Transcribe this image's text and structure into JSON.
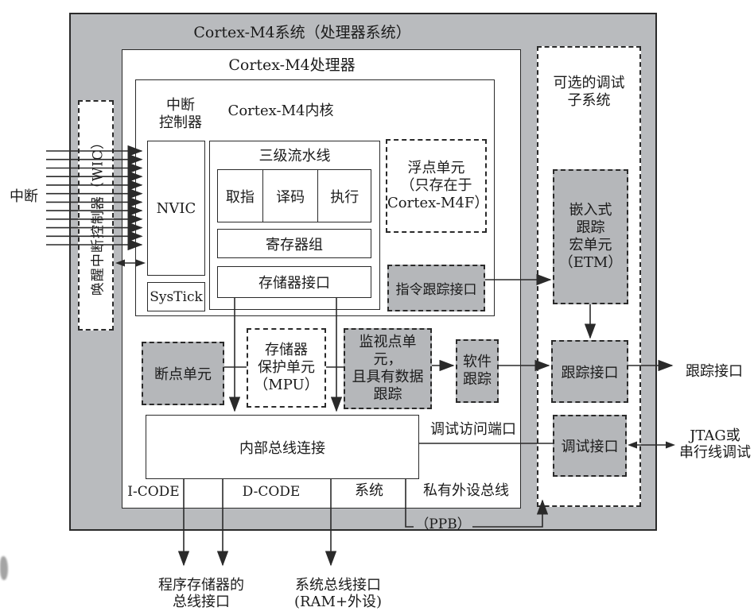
{
  "colors": {
    "chassis": "#b9bbbe",
    "block": "#b5b7ba",
    "line": "#2a2a2a",
    "ink": "#1b1b1b"
  },
  "interrupt_bus": {
    "line_count": 12,
    "label": "中断"
  },
  "labels": {
    "system_title": "Cortex-M4系统（处理器系统）",
    "processor_title": "Cortex-M4处理器",
    "core_title": "Cortex-M4内核",
    "interrupt_ctrl_line1": "中断",
    "interrupt_ctrl_line2": "控制器",
    "nvic": "NVIC",
    "systick": "SysTick",
    "pipeline_title": "三级流水线",
    "stage_fetch": "取指",
    "stage_decode": "译码",
    "stage_execute": "执行",
    "register_bank": "寄存器组",
    "memory_interface": "存储器接口",
    "fpu_line1": "浮点单元",
    "fpu_line2": "（只存在于",
    "fpu_line3": "Cortex-M4F）",
    "instr_trace_if": "指令跟踪接口",
    "wic": "唤醒中断控制器（WIC）",
    "breakpoint_unit": "断点单元",
    "mpu_line1": "存储器",
    "mpu_line2": "保护单元",
    "mpu_line3": "（MPU）",
    "watchpoint_line1": "监视点单元，",
    "watchpoint_line2": "且具有数据",
    "watchpoint_line3": "跟踪",
    "sw_trace_line1": "软件",
    "sw_trace_line2": "跟踪",
    "internal_bus": "内部总线连接",
    "debug_access_port": "调试访问端口",
    "icode": "I-CODE",
    "dcode": "D-CODE",
    "system_bus": "系统",
    "private_peripheral_bus": "私有外设总线",
    "ppb": "（PPB）",
    "debug_subsystem_line1": "可选的调试",
    "debug_subsystem_line2": "子系统",
    "etm_line1": "嵌入式",
    "etm_line2": "跟踪",
    "etm_line3": "宏单元",
    "etm_line4": "（ETM）",
    "trace_if_internal": "跟踪接口",
    "debug_if": "调试接口",
    "trace_if_external": "跟踪接口",
    "jtag_line1": "JTAG或",
    "jtag_line2": "串行线调试",
    "prog_mem_line1": "程序存储器的",
    "prog_mem_line2": "总线接口",
    "sys_bus_if_line1": "系统总线接口",
    "sys_bus_if_line2": "(RAM+外设)"
  }
}
